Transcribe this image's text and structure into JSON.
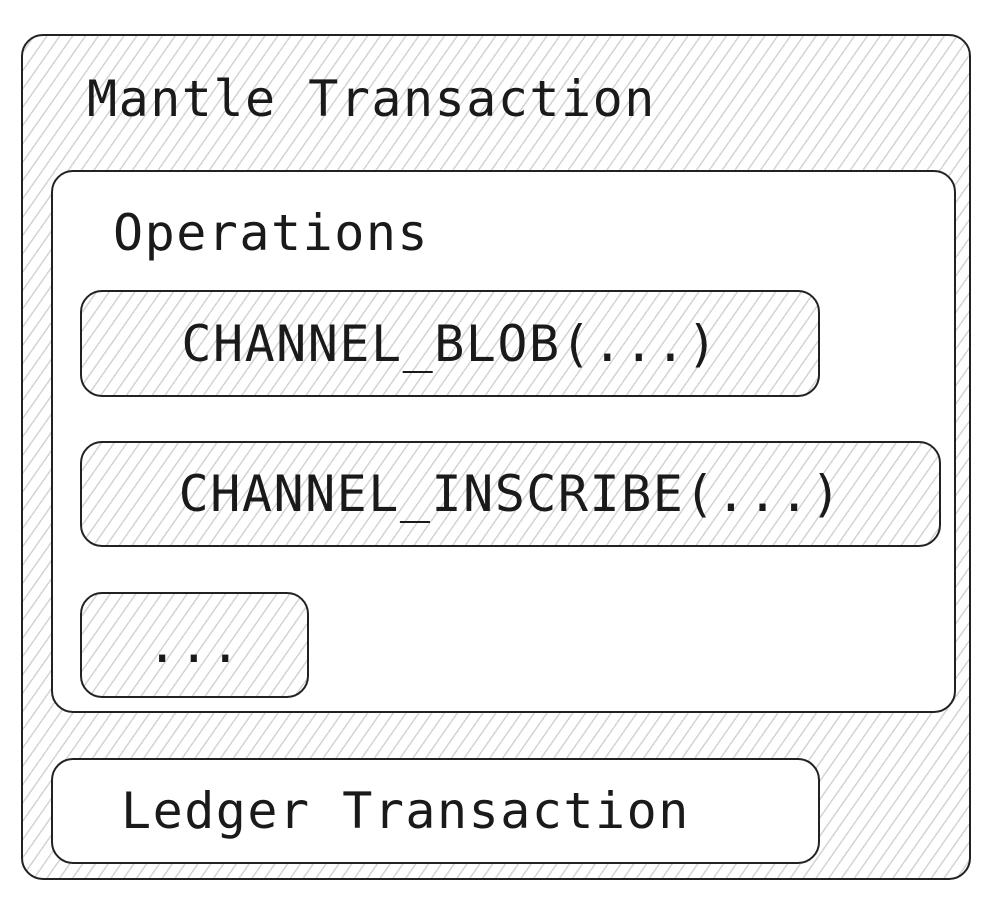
{
  "mantle_transaction": {
    "title": "Mantle Transaction"
  },
  "operations": {
    "title": "Operations",
    "items": [
      {
        "label": "CHANNEL_BLOB(...)"
      },
      {
        "label": "CHANNEL_INSCRIBE(...)"
      },
      {
        "label": "..."
      }
    ]
  },
  "ledger_transaction": {
    "label": "Ledger Transaction"
  }
}
